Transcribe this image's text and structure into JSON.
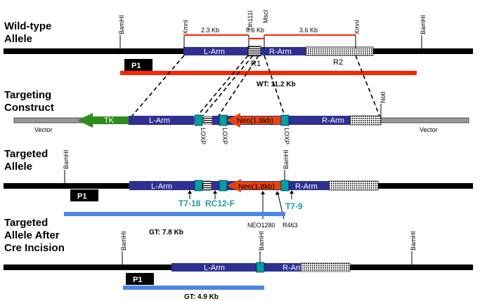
{
  "rows": {
    "wildtype": {
      "label1": "Wild-type",
      "label2": "Allele"
    },
    "construct": {
      "label1": "Targeting",
      "label2": "Construct"
    },
    "targeted": {
      "label1": "Targeted",
      "label2": "Allele"
    },
    "cre": {
      "label1": "Targeted",
      "label2": "Allele After",
      "label3": "Cre Incision"
    }
  },
  "sites": {
    "bamhi": "BamHI",
    "xmni": "XmnI",
    "tth111i": "Tth111I",
    "msci": "MscI",
    "noti": "NotI"
  },
  "segments": {
    "kb_2_3": "2.3 Kb",
    "kb_0_6": "0.6 Kb",
    "kb_3_6": "3.6 Kb"
  },
  "elements": {
    "l_arm": "L-Arm",
    "r_arm": "R-Arm",
    "tk": "TK",
    "neo": "Neo(1.8kb)",
    "loxp": "LOXP",
    "vector": "Vector",
    "p1": "P1",
    "r1": "R1",
    "r2": "R2"
  },
  "bands": {
    "wt": "WT: 11.2 Kb",
    "gt1": "GT: 7.8 Kb",
    "gt2": "GT: 4.9 Kb"
  },
  "primers": {
    "t7_18": "T7-18",
    "rc12f": "RC12-F",
    "t7_9": "T7-9",
    "neo1280": "NEO1280",
    "r463": "R463"
  },
  "colors": {
    "backbone": "#000000",
    "vector": "#999999",
    "arm": "#2e3192",
    "wt_band": "#ff2200",
    "gt_band": "#4a86e8",
    "tk": "#2e8b1e",
    "neo": "#e8440a",
    "loxp": "#00a0a0",
    "primer_text": "#1a9aa0"
  }
}
